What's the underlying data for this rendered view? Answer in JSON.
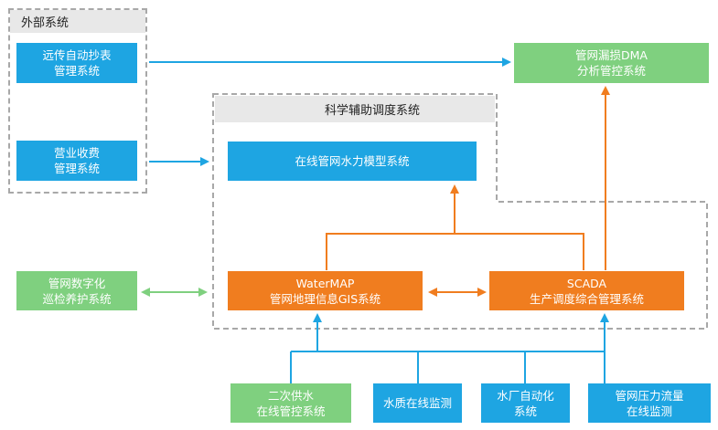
{
  "groups": {
    "external": {
      "title": "外部系统"
    },
    "dispatch": {
      "title": "科学辅助调度系统"
    }
  },
  "boxes": {
    "remote_meter": [
      "远传自动抄表",
      "管理系统"
    ],
    "business_fee": [
      "营业收费",
      "管理系统"
    ],
    "hydraulic_model": [
      "在线管网水力模型系统"
    ],
    "dma": [
      "管网漏损DMA",
      "分析管控系统"
    ],
    "patrol": [
      "管网数字化",
      "巡检养护系统"
    ],
    "watermap": [
      "WaterMAP",
      "管网地理信息GIS系统"
    ],
    "scada": [
      "SCADA",
      "生产调度综合管理系统"
    ],
    "secondary_supply": [
      "二次供水",
      "在线管控系统"
    ],
    "water_quality": [
      "水质在线监测"
    ],
    "plant_automation": [
      "水厂自动化",
      "系统"
    ],
    "pressure_flow": [
      "管网压力流量",
      "在线监测"
    ]
  },
  "colors": {
    "blue": "#1ea5e2",
    "green": "#7fd07f",
    "orange": "#f07d1f",
    "dashed_border": "#a8a8a8"
  }
}
